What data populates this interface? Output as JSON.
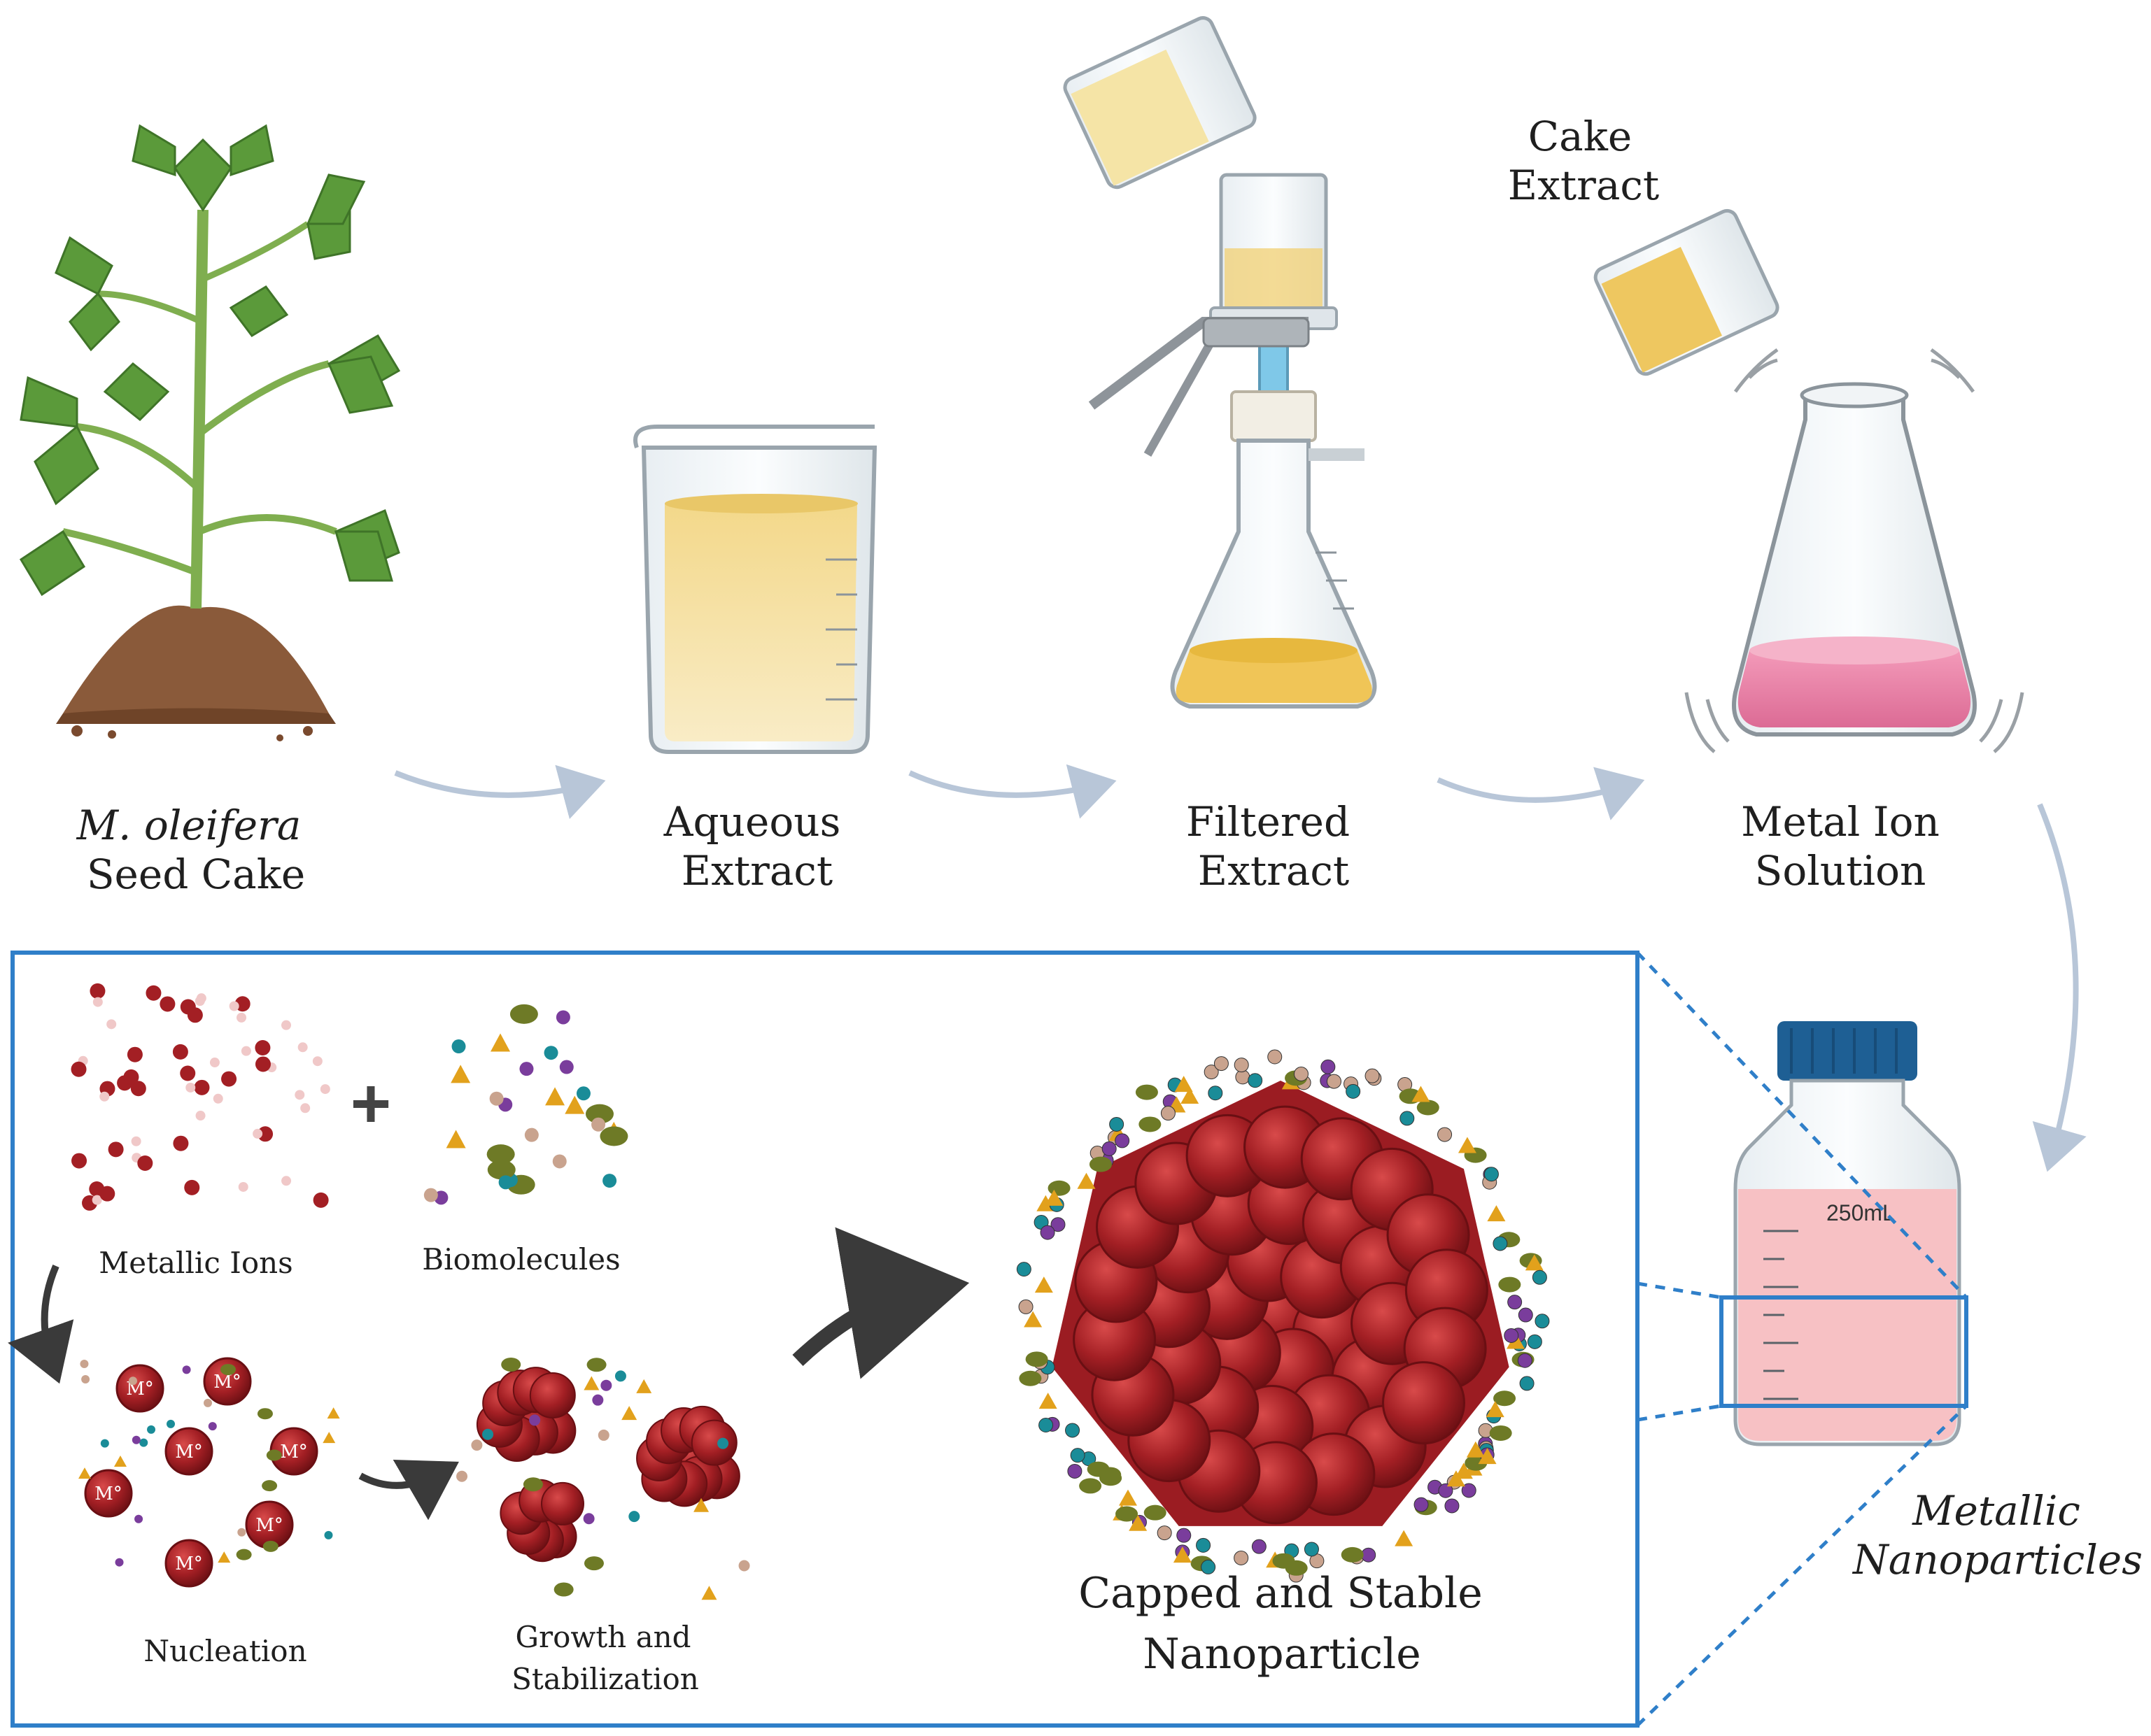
{
  "steps": {
    "seed_cake": {
      "line1": "M. oleifera",
      "line2": "Seed Cake"
    },
    "aqueous": {
      "line1": "Aqueous",
      "line2": "Extract"
    },
    "filtered": {
      "line1": "Filtered",
      "line2": "Extract"
    },
    "metal_ion": {
      "line1": "Metal Ion",
      "line2": "Solution"
    },
    "cake_extract": {
      "line1": "Cake",
      "line2": "Extract"
    },
    "nanoparticles": {
      "line1": "Metallic",
      "line2": "Nanoparticles"
    }
  },
  "bottle": {
    "volume_label": "250mL"
  },
  "inset": {
    "metallic_ions": "Metallic Ions",
    "biomolecules": "Biomolecules",
    "nucleation": "Nucleation",
    "growth": {
      "line1": "Growth and",
      "line2": "Stabilization"
    },
    "capped": {
      "line1": "Capped and Stable",
      "line2": "Nanoparticle"
    },
    "plus": "+",
    "metal_symbol": "M°"
  },
  "colors": {
    "arrow_light": "#b8c6d8",
    "arrow_dark": "#3a3a3a",
    "inset_border": "#2f7fc9",
    "metal_red": "#a31f24",
    "leaf_green": "#5b9a3a",
    "soil_brown": "#8a5a3a",
    "extract_yellow": "#f1d27a",
    "solution_pink": "#eb8fb0",
    "bottle_pink": "#f7c1c4",
    "cap_blue": "#1e5f94",
    "bio_olive": "#6e7a26",
    "bio_orange": "#e2a11c",
    "bio_teal": "#1a8c98",
    "bio_purple": "#7a3d9c",
    "bio_tan": "#c9a38e"
  }
}
